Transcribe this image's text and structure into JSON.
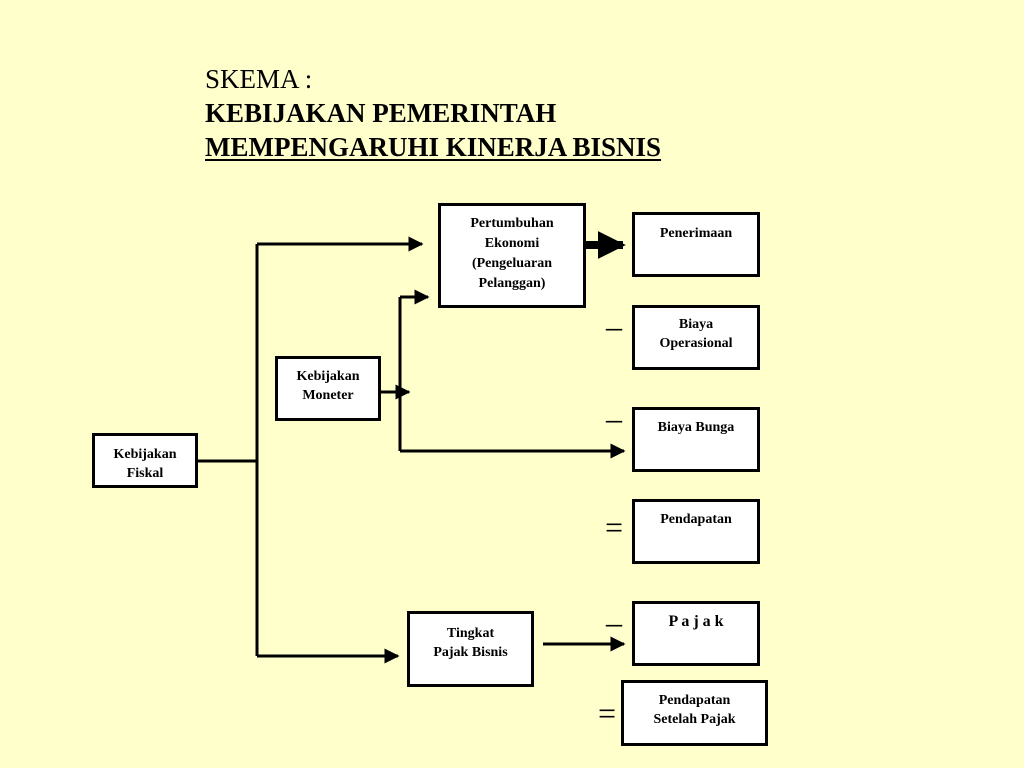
{
  "title": {
    "line1": "SKEMA :",
    "line2": "KEBIJAKAN PEMERINTAH",
    "line3": "MEMPENGARUHI KINERJA BISNIS"
  },
  "nodes": {
    "kebijakan_fiskal": {
      "line1": "Kebijakan",
      "line2": "Fiskal"
    },
    "kebijakan_moneter": {
      "line1": "Kebijakan",
      "line2": "Moneter"
    },
    "pertumbuhan_ekonomi": {
      "line1": "Pertumbuhan",
      "line2": "Ekonomi",
      "line3": "(Pengeluaran",
      "line4": "Pelanggan)"
    },
    "tingkat_pajak": {
      "line1": "Tingkat",
      "line2": "Pajak Bisnis"
    },
    "penerimaan": {
      "line1": "Penerimaan"
    },
    "biaya_operasional": {
      "line1": "Biaya",
      "line2": "Operasional"
    },
    "biaya_bunga": {
      "line1": "Biaya Bunga"
    },
    "pendapatan": {
      "line1": "Pendapatan"
    },
    "pajak": {
      "line1": "P a j a k"
    },
    "pendapatan_setelah_pajak": {
      "line1": "Pendapatan",
      "line2": "Setelah Pajak"
    }
  },
  "operators": {
    "minus_biaya_operasional": "–",
    "minus_biaya_bunga": "–",
    "equals_pendapatan": "=",
    "minus_pajak": "–",
    "equals_setelah_pajak": "="
  }
}
